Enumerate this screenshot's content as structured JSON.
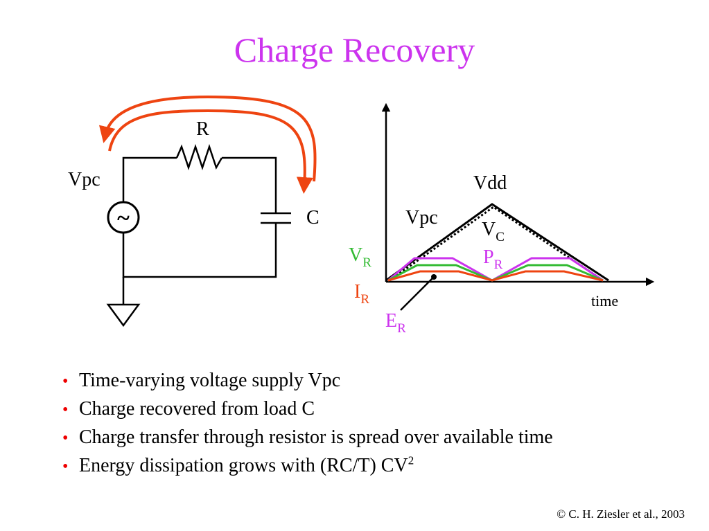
{
  "title": "Charge Recovery",
  "colors": {
    "title": "#cc33ee",
    "arrow": "#ee4411",
    "bullet": "#ee0000",
    "vr": "#33bb33",
    "ir": "#ee4411",
    "pr": "#cc33ee",
    "er": "#cc33ee"
  },
  "circuit": {
    "source_label": "Vpc",
    "source_symbol": "~",
    "resistor_label": "R",
    "capacitor_label": "C"
  },
  "waveform": {
    "peak_label": "Vdd",
    "vpc_label": "Vpc",
    "vc_label": "V",
    "vc_sub": "C",
    "vr_label": "V",
    "vr_sub": "R",
    "pr_label": "P",
    "pr_sub": "R",
    "ir_label": "I",
    "ir_sub": "R",
    "er_label": "E",
    "er_sub": "R",
    "x_axis_label": "time"
  },
  "bullets": [
    {
      "text": "Time-varying voltage supply Vpc"
    },
    {
      "text": "Charge recovered from load C"
    },
    {
      "text": "Charge transfer through resistor is spread over available time"
    },
    {
      "text": "Energy dissipation grows with (RC/T) CV",
      "sup": "2"
    }
  ],
  "footer": "© C. H. Ziesler et al., 2003"
}
